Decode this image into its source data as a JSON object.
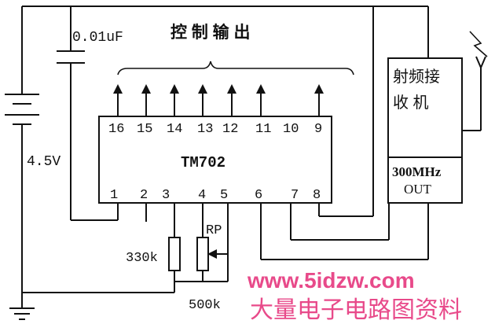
{
  "labels": {
    "capacitor": "0.01uF",
    "control_output": "控 制 输 出",
    "battery": "4.5V",
    "chip": "TM702",
    "receiver_line1": "射频接",
    "receiver_line2": "收 机",
    "receiver_freq": "300MHz",
    "receiver_out": "OUT",
    "resistor": "330k",
    "pot": "RP",
    "pot_value": "500k"
  },
  "pins_top": [
    "16",
    "15",
    "14",
    "13",
    "12",
    "11",
    "10",
    "9"
  ],
  "pins_bottom": [
    "1",
    "2",
    "3",
    "4",
    "5",
    "6",
    "7",
    "8"
  ],
  "watermark": {
    "url": "www.5idzw.com",
    "cn": "大量电子电路图资料"
  }
}
